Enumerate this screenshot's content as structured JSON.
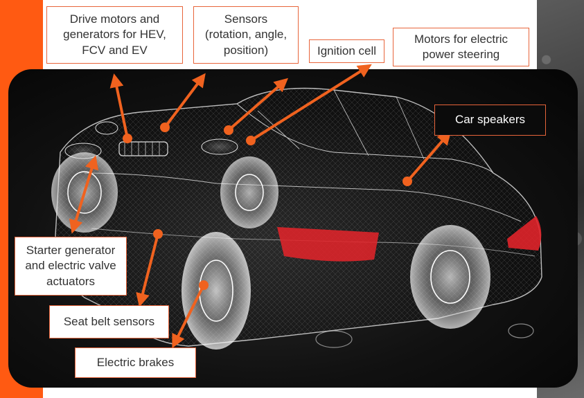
{
  "labels": {
    "drive_motors": "Drive motors and\ngenerators for HEV,\nFCV and EV",
    "sensors": "Sensors\n(rotation, angle,\nposition)",
    "ignition_cell": "Ignition cell",
    "power_steering": "Motors for electric\npower steering",
    "car_speakers": "Car speakers",
    "starter_generator": "Starter generator\nand electric valve\nactuators",
    "seat_belt": "Seat belt sensors",
    "electric_brakes": "Electric brakes"
  },
  "colors": {
    "accent": "#ff5a12",
    "arrow": "#f0621f",
    "highlight_red": "#e0242a",
    "panel_dark": "#0d0d0d",
    "label_border": "#e8643a"
  },
  "icons": {
    "car": "wireframe-car-icon"
  }
}
